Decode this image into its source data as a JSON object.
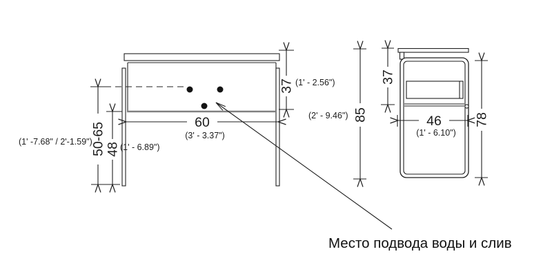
{
  "drawing": {
    "front_view": {
      "dim_height_range": {
        "metric": "50-65",
        "imperial": "(1' -7.68\" / 2'-1.59\")"
      },
      "dim_shelf_height": {
        "metric": "48",
        "imperial": "(1' - 6.89\")"
      },
      "dim_width": {
        "metric": "60",
        "imperial": "(3' - 3.37\")"
      },
      "dim_apron_height": {
        "metric": "37",
        "imperial": "(1' - 2.56\")"
      }
    },
    "side_view": {
      "dim_total_height": {
        "metric": "85",
        "imperial": "(2' - 9.46\")"
      },
      "dim_apron_height": {
        "metric": "37"
      },
      "dim_depth": {
        "metric": "46",
        "imperial": "(1' - 6.10\")"
      },
      "dim_frame_height": {
        "metric": "78"
      }
    },
    "annotation": {
      "water_note": "Место подвода воды и слив"
    }
  },
  "colors": {
    "line": "#1f1f1f",
    "shelf_line": "#808080",
    "background": "#ffffff",
    "text": "#111111"
  }
}
